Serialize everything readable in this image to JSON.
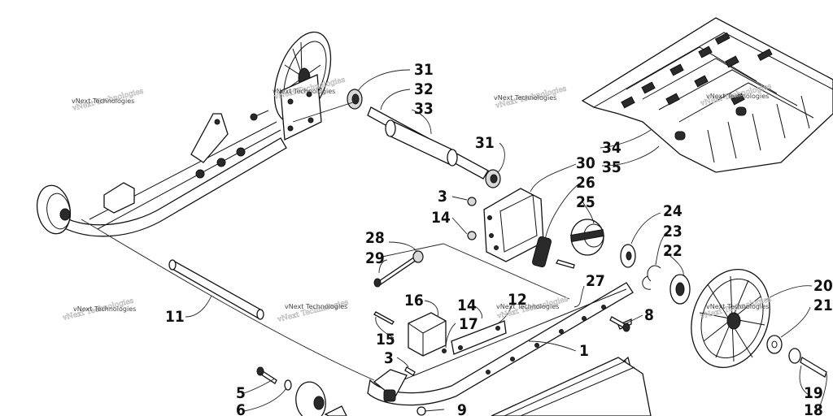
{
  "labels": {
    "p1": "1",
    "p3a": "3",
    "p3b": "3",
    "p5": "5",
    "p6": "6",
    "p8": "8",
    "p9": "9",
    "p11": "11",
    "p12": "12",
    "p14a": "14",
    "p14b": "14",
    "p15": "15",
    "p16": "16",
    "p17": "17",
    "p18": "18",
    "p19": "19",
    "p20": "20",
    "p21": "21",
    "p22": "22",
    "p23": "23",
    "p24": "24",
    "p25": "25",
    "p26": "26",
    "p27": "27",
    "p28": "28",
    "p29": "29",
    "p30": "30",
    "p31a": "31",
    "p31b": "31",
    "p32": "32",
    "p33": "33",
    "p34": "34",
    "p35": "35"
  },
  "watermark": {
    "text": "vNext Technologies"
  }
}
